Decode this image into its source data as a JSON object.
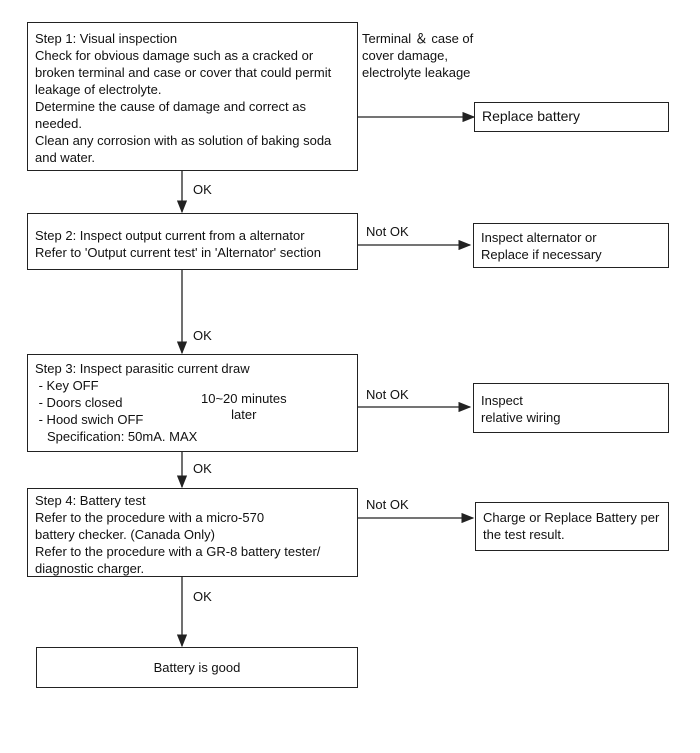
{
  "steps": [
    {
      "lines": [
        "Step 1: Visual inspection",
        "Check for obvious damage such as a cracked or",
        "broken terminal and case or cover that could permit",
        "leakage of electrolyte.",
        "Determine the cause of damage and correct as",
        "needed.",
        "Clean any corrosion with as solution of baking soda",
        "and water."
      ]
    },
    {
      "lines": [
        "Step 2: Inspect output current from a alternator",
        "Refer to 'Output current test' in 'Alternator' section"
      ]
    },
    {
      "title": "Step 3: Inspect parasitic current draw",
      "items": [
        " - Key OFF",
        " - Doors closed",
        " - Hood swich OFF"
      ],
      "time_note": [
        "10~20 minutes",
        "later"
      ],
      "spec": "Specification: 50mA. MAX"
    },
    {
      "lines": [
        "Step 4: Battery test",
        "Refer to the procedure with a micro-570",
        "battery checker. (Canada Only)",
        "Refer to the procedure with a GR-8 battery tester/",
        "diagnostic charger."
      ]
    }
  ],
  "final_box": "Battery is good",
  "outcomes": [
    {
      "lines": [
        "Replace battery"
      ]
    },
    {
      "lines": [
        "Inspect alternator or",
        "Replace if necessary"
      ]
    },
    {
      "lines": [
        "Inspect",
        "relative wiring"
      ]
    },
    {
      "lines": [
        "Charge or Replace Battery per",
        "the test result."
      ]
    }
  ],
  "conditions": {
    "step1_fail": [
      "Terminal ＆ case of",
      "cover damage,",
      "electrolyte leakage"
    ],
    "ok": "OK",
    "not_ok": "Not OK"
  }
}
